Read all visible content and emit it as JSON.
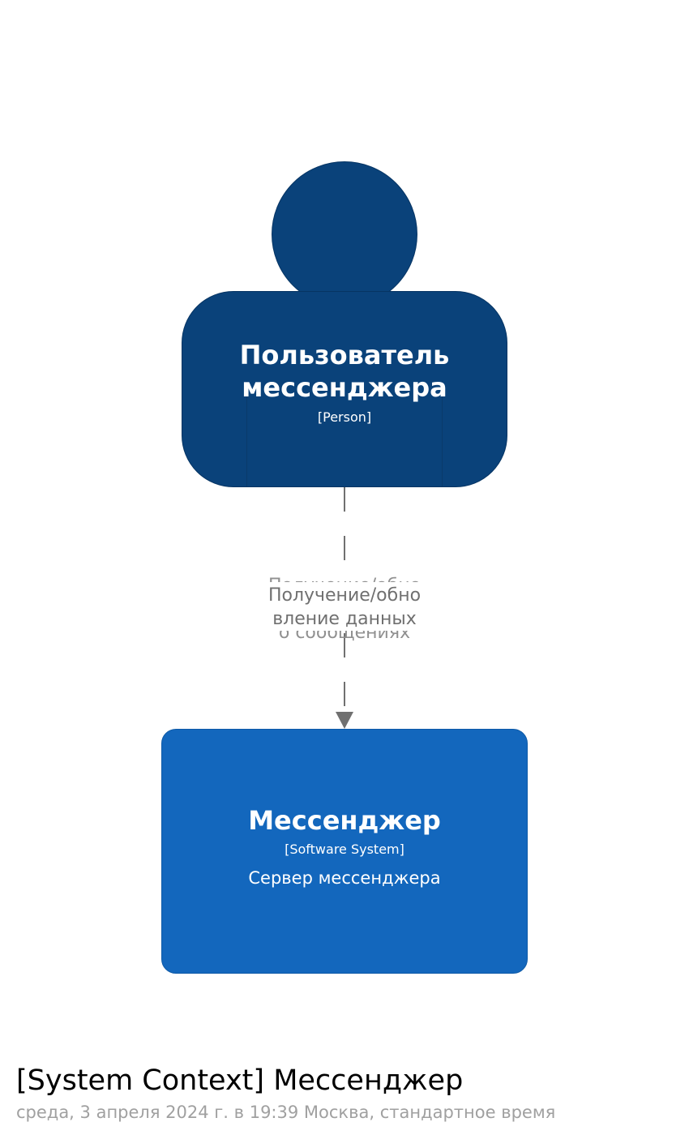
{
  "colors": {
    "person_fill": "#0a427a",
    "system_fill": "#1367bd",
    "relationship_line": "#707070",
    "title_text": "#000000",
    "meta_text": "#a0a0a0"
  },
  "person": {
    "name": "Пользователь\nмессенджера",
    "type": "[Person]",
    "icon": "person-shape"
  },
  "relationship": {
    "label": "Получение/обно\nвление данных",
    "label_ghost_top": "Получение/обно",
    "label_ghost_bottom": "о сообщениях",
    "style": "dashed",
    "arrow": "person-to-system"
  },
  "system": {
    "name": "Мессенджер",
    "type": "[Software System]",
    "description": "Сервер мессенджера"
  },
  "footer": {
    "title": "[System Context] Мессенджер",
    "timestamp": "среда, 3 апреля 2024 г. в 19:39 Москва, стандартное время"
  }
}
